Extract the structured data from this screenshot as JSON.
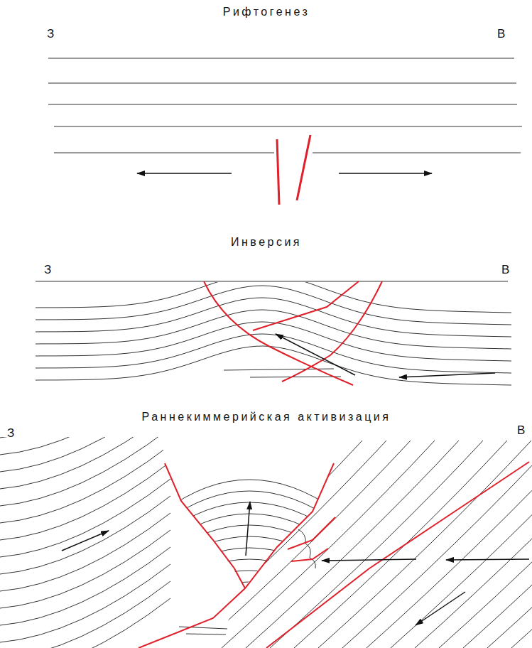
{
  "diagram": {
    "labels": [
      "Рифтогенез",
      "З",
      "В",
      "Инверсия",
      "З",
      "В",
      "Раннекиммерийская активизация",
      "З",
      "В"
    ]
  }
}
